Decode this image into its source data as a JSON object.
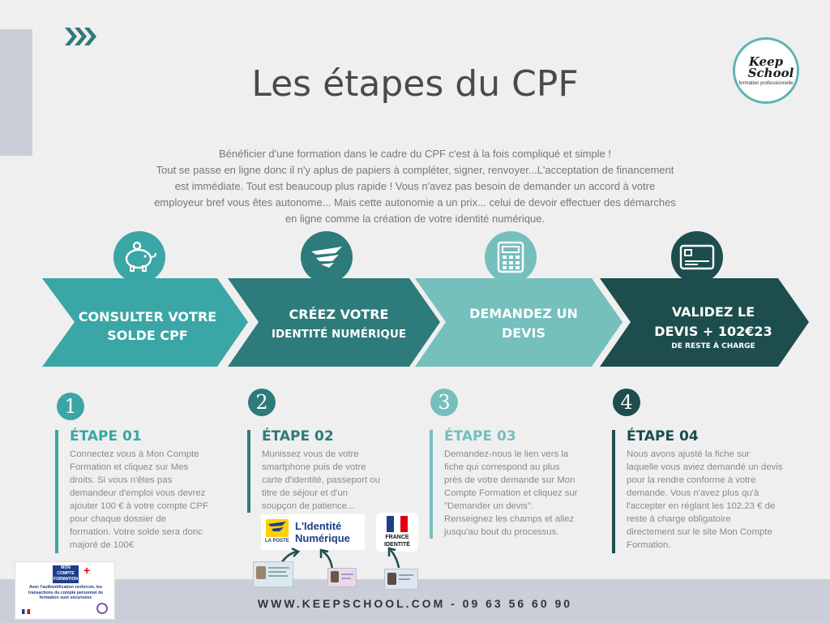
{
  "title": "Les étapes du CPF",
  "logo": {
    "line1": "Keep",
    "line2": "School",
    "tagline": "formation professionnelle"
  },
  "intro": [
    "Bénéficier d'une formation dans le cadre du CPF c'est à la fois compliqué et simple !",
    "Tout se passe en ligne donc il n'y aplus de papiers à compléter, signer, renvoyer...L'acceptation de financement",
    "est immédiate. Tout est beaucoup plus rapide ! Vous n'avez pas besoin de demander un accord à votre",
    "employeur bref vous êtes autonome... Mais cette autonomie a un prix... celui de devoir effectuer des démarches",
    "en ligne comme la création de votre identité numérique."
  ],
  "banners": [
    {
      "line1": "CONSULTER VOTRE",
      "line2": "SOLDE CPF",
      "color": "#3aa6a5"
    },
    {
      "line1": "CRÉEZ VOTRE",
      "line2": "IDENTITÉ NUMÉRIQUE",
      "color": "#2d7b7b"
    },
    {
      "line1": "DEMANDEZ UN",
      "line2": "DEVIS",
      "color": "#75bfbd"
    },
    {
      "line1": "VALIDEZ LE",
      "line2": "DEVIS + 102€23",
      "line3": "DE RESTE À CHARGE",
      "color": "#1d4d4d"
    }
  ],
  "steps": [
    {
      "num": "1",
      "title": "ÉTAPE 01",
      "color": "#3aa6a5",
      "lines": [
        "Connectez vous à Mon Compte",
        "Formation et cliquez sur Mes",
        "droits. Si vous n'êtes pas",
        "demandeur d'emploi vous devrez",
        "ajouter 100 € à votre compte CPF",
        "pour chaque dossier de",
        "formation.  Votre solde sera donc",
        "majoré de 100€"
      ]
    },
    {
      "num": "2",
      "title": "ÉTAPE 02",
      "color": "#2d7b7b",
      "lines": [
        "Munissez vous de votre",
        "smartphone puis de votre",
        "carte d'identité, passeport ou",
        "titre de séjour et d'un",
        "soupçon de patience..."
      ]
    },
    {
      "num": "3",
      "title": "ÉTAPE 03",
      "color": "#75bfbd",
      "lines": [
        "Demandez-nous le lien vers la",
        "fiche qui correspond au plus",
        "près de votre demande sur Mon",
        "Compte Formation et cliquez sur",
        "\"Demander un devis\".",
        "Renseignez les champs et allez",
        "jusqu'au bout du processus."
      ]
    },
    {
      "num": "4",
      "title": "ÉTAPE 04",
      "color": "#1d4d4d",
      "lines": [
        "Nous avons ajusté la fiche sur",
        "laquelle vous aviez demandé un devis",
        "pour la rendre conforme à votre",
        "demande. Vous n'avez plus qu'à",
        "l'accepter en réglant les 102.23 € de",
        "reste à charge obligatoire",
        "directement sur le site Mon Compte",
        "Formation."
      ]
    }
  ],
  "laposte": {
    "brand": "LA POSTE",
    "line1": "L'Identité",
    "line2": "Numérique"
  },
  "france_identite": {
    "line1": "FRANCE",
    "line2": "IDENTITÉ"
  },
  "badge": {
    "line1": "MON",
    "line2": "COMPTE",
    "line3": "FORMATION",
    "text": "Avec l'authentification renforcée, les transactions du compte personnel de formation sont sécurisées"
  },
  "footer": "WWW.KEEPSCHOOL.COM - 09 63 56 60 90"
}
